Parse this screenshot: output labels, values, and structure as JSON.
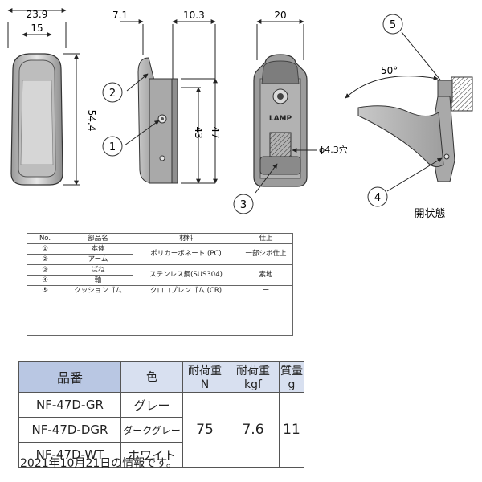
{
  "dimensions": {
    "width_outer": "23.9",
    "width_inner": "15",
    "height_side": "54.4",
    "offset_left": "7.1",
    "offset_right": "10.3",
    "height_43": "43",
    "height_47": "47",
    "depth": "20",
    "hole": "ϕ4.3穴",
    "angle": "50°"
  },
  "callouts": [
    "1",
    "2",
    "3",
    "4",
    "5"
  ],
  "logo_text": "LAMP",
  "open_state_label": "開状態",
  "parts_table": {
    "headers": [
      "No.",
      "部品名",
      "材料",
      "仕上"
    ],
    "rows": [
      {
        "no": "①",
        "name": "本体"
      },
      {
        "no": "②",
        "name": "アーム"
      },
      {
        "no": "③",
        "name": "ばね"
      },
      {
        "no": "④",
        "name": "軸"
      },
      {
        "no": "⑤",
        "name": "クッションゴム"
      }
    ],
    "material_resin": "ポリカーボネート (PC)",
    "finish_resin": "一部シボ仕上",
    "material_steel": "ステンレス鋼(SUS304)",
    "finish_steel": "素地",
    "material_rubber": "クロロプレンゴム (CR)",
    "finish_rubber": "ー"
  },
  "spec_table": {
    "headers": [
      "品番",
      "色",
      "耐荷重N",
      "耐荷重kgf",
      "質量g"
    ],
    "rows": [
      {
        "part": "NF-47D-GR",
        "color": "グレー"
      },
      {
        "part": "NF-47D-DGR",
        "color": "ダークグレー"
      },
      {
        "part": "NF-47D-WT",
        "color": "ホワイト"
      }
    ],
    "load_n": "75",
    "load_kgf": "7.6",
    "mass_g": "11"
  },
  "note": "2021年10月21日の情報です。"
}
